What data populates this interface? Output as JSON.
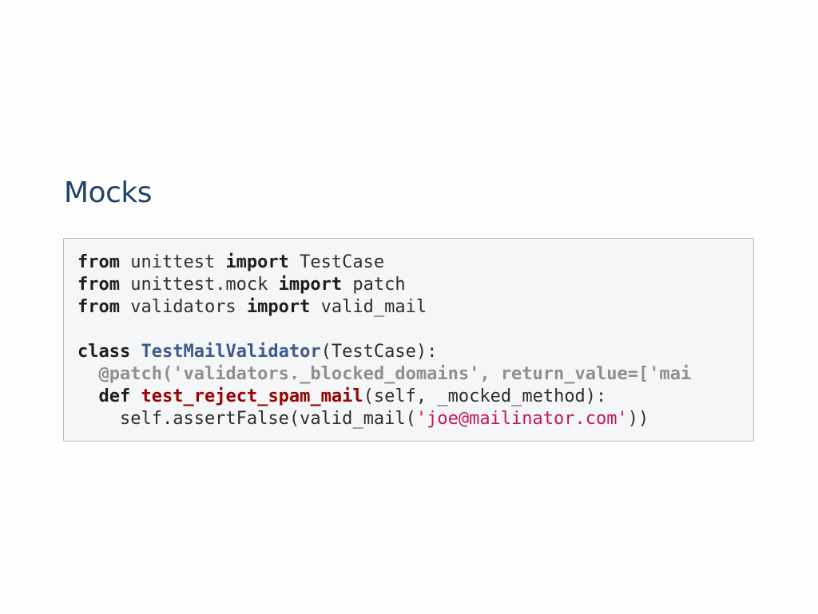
{
  "slide": {
    "title": "Mocks"
  },
  "code": {
    "language": "python",
    "lines": [
      [
        {
          "text": "from",
          "kind": "keyword"
        },
        {
          "text": " unittest ",
          "kind": "plain"
        },
        {
          "text": "import",
          "kind": "keyword"
        },
        {
          "text": " TestCase",
          "kind": "plain"
        }
      ],
      [
        {
          "text": "from",
          "kind": "keyword"
        },
        {
          "text": " unittest.mock ",
          "kind": "plain"
        },
        {
          "text": "import",
          "kind": "keyword"
        },
        {
          "text": " patch",
          "kind": "plain"
        }
      ],
      [
        {
          "text": "from",
          "kind": "keyword"
        },
        {
          "text": " validators ",
          "kind": "plain"
        },
        {
          "text": "import",
          "kind": "keyword"
        },
        {
          "text": " valid_mail",
          "kind": "plain"
        }
      ],
      [],
      [
        {
          "text": "class",
          "kind": "keyword"
        },
        {
          "text": " ",
          "kind": "plain"
        },
        {
          "text": "TestMailValidator",
          "kind": "class-name"
        },
        {
          "text": "(TestCase):",
          "kind": "plain"
        }
      ],
      [
        {
          "text": "  ",
          "kind": "plain"
        },
        {
          "text": "@patch('validators._blocked_domains', return_value=['mai",
          "kind": "decorator"
        }
      ],
      [
        {
          "text": "  ",
          "kind": "plain"
        },
        {
          "text": "def",
          "kind": "keyword"
        },
        {
          "text": " ",
          "kind": "plain"
        },
        {
          "text": "test_reject_spam_mail",
          "kind": "function-name"
        },
        {
          "text": "(self, _mocked_method):",
          "kind": "plain"
        }
      ],
      [
        {
          "text": "    self.assertFalse(valid_mail(",
          "kind": "plain"
        },
        {
          "text": "'joe@mailinator.com'",
          "kind": "string"
        },
        {
          "text": "))",
          "kind": "plain"
        }
      ]
    ]
  },
  "colors": {
    "title": "#1f4467",
    "code_background": "#f5f6f8",
    "code_border": "#b9bcc2",
    "keyword": "#1e1e1e",
    "class_name": "#3c5a8a",
    "function_name": "#990000",
    "decorator": "#8f8f8f",
    "string": "#c2185b"
  }
}
